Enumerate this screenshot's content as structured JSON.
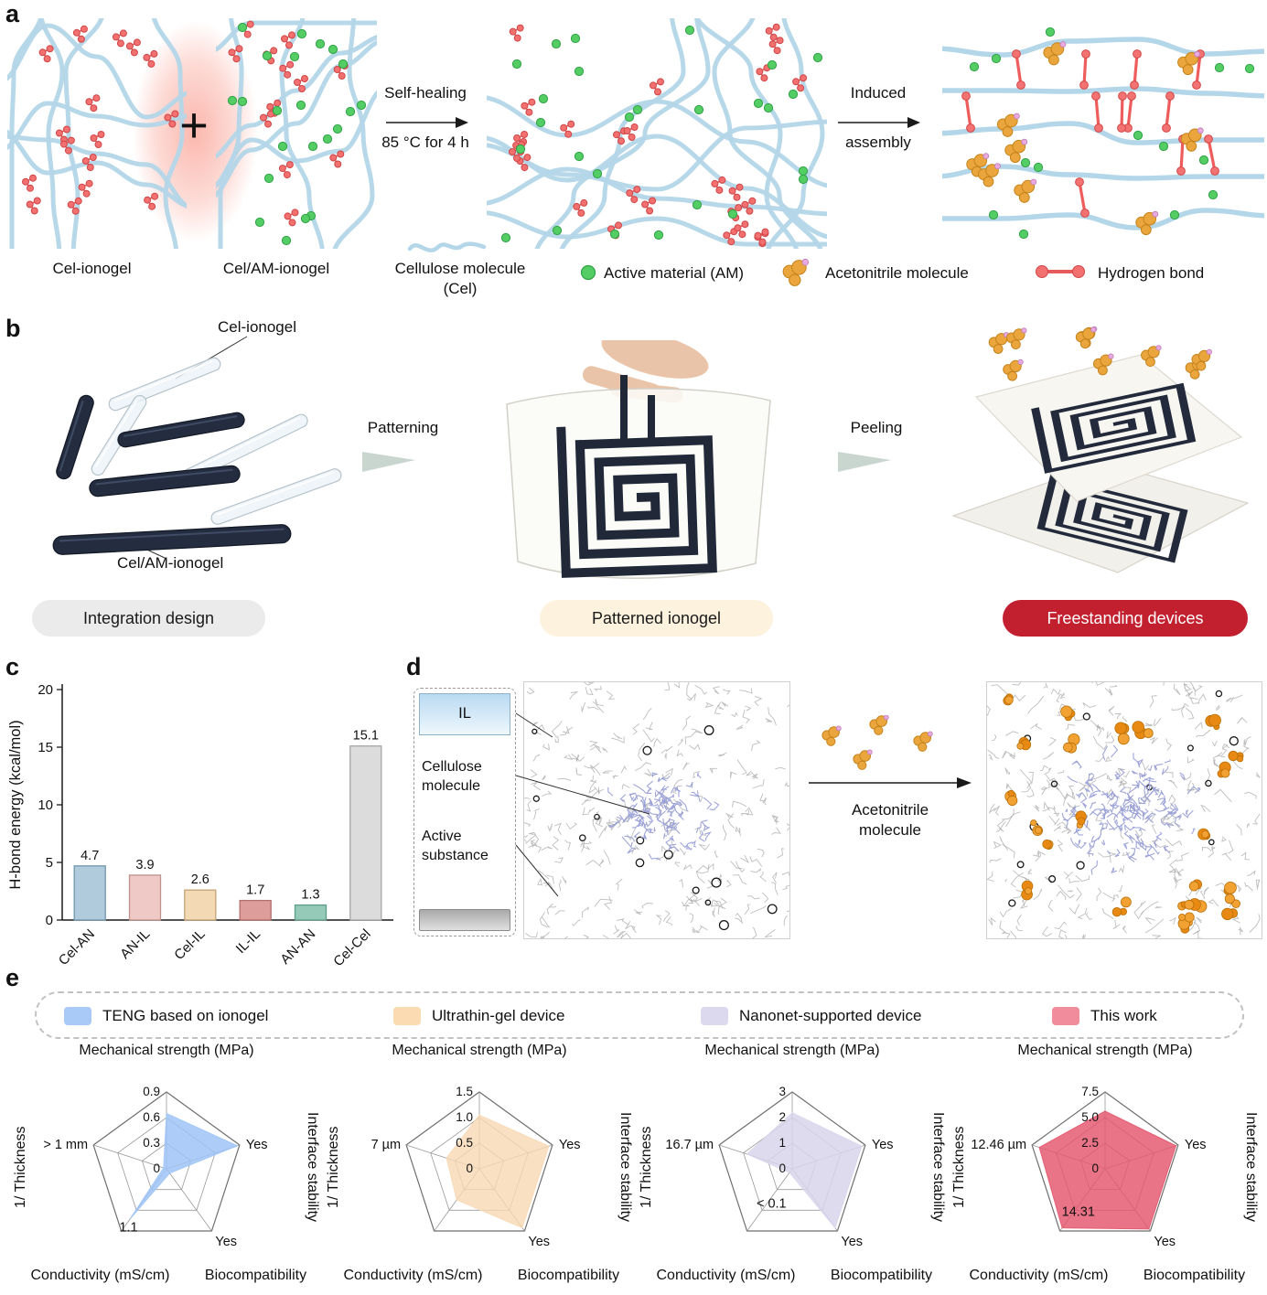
{
  "panel_a": {
    "label": "a",
    "plus_sign": "+",
    "arrow_self_healing": {
      "line1": "Self-healing",
      "line2": "85 °C for 4 h"
    },
    "arrow_assembly": {
      "line1": "Induced",
      "line2": "assembly"
    },
    "caption_cel_ionogel": "Cel-ionogel",
    "caption_cel_am_ionogel": "Cel/AM-ionogel",
    "legend": {
      "cellulose_line1": "Cellulose molecule",
      "cellulose_line2": "(Cel)",
      "active_material": "Active material (AM)",
      "acetonitrile": "Acetonitrile molecule",
      "hydrogen_bond": "Hydrogen bond"
    }
  },
  "panel_b": {
    "label": "b",
    "bar_label_top": "Cel-ionogel",
    "bar_label_bottom": "Cel/AM-ionogel",
    "step1_label": "Patterning",
    "step2_label": "Peeling",
    "captions": [
      {
        "text": "Integration design",
        "bg": "#ebebeb",
        "fg": "#1a1a1a"
      },
      {
        "text": "Patterned ionogel",
        "bg": "#fdf2dd",
        "fg": "#1a1a1a"
      },
      {
        "text": "Freestanding devices",
        "bg": "#c2202f",
        "fg": "#ffffff"
      }
    ]
  },
  "panel_c": {
    "label": "c"
  },
  "panel_d": {
    "label": "d",
    "layer_il": "IL",
    "layer_cellulose_line1": "Cellulose",
    "layer_cellulose_line2": "molecule",
    "layer_active_line1": "Active",
    "layer_active_line2": "substance",
    "arrow_label_line1": "Acetonitrile",
    "arrow_label_line2": "molecule"
  },
  "panel_e": {
    "label": "e",
    "legend": [
      {
        "label": "TENG based on ionogel",
        "color": "#a9c9f7"
      },
      {
        "label": "Ultrathin-gel device",
        "color": "#fbdcb2"
      },
      {
        "label": "Nanonet-supported device",
        "color": "#dcd8ee"
      },
      {
        "label": "This work",
        "color": "#f08c9b"
      }
    ]
  },
  "chart_data": [
    {
      "type": "bar",
      "ylabel": "H-bond energy (kcal/mol)",
      "ylim": [
        0,
        20
      ],
      "yticks": [
        0,
        5,
        10,
        15,
        20
      ],
      "categories": [
        "Cel-AN",
        "AN-IL",
        "Cel-IL",
        "IL-IL",
        "AN-AN",
        "Cel-Cel"
      ],
      "values": [
        4.7,
        3.9,
        2.6,
        1.7,
        1.3,
        15.1
      ],
      "value_labels": [
        "4.7",
        "3.9",
        "2.6",
        "1.7",
        "1.3",
        "15.1"
      ],
      "bar_fill": [
        "#afcbdc",
        "#eec9c5",
        "#f3d9b4",
        "#dd9e9b",
        "#96cab8",
        "#dcdcdc"
      ],
      "bar_stroke": [
        "#7097ac",
        "#c1918c",
        "#c3a276",
        "#b36f6c",
        "#609c8a",
        "#a6a6a6"
      ]
    },
    {
      "type": "radar",
      "series": "TENG based on ionogel",
      "fill": "#9fc4f7",
      "fill_opacity": 0.85,
      "axes": [
        "Mechanical strength (MPa)",
        "Interface stability",
        "Biocompatibility",
        "Conductivity (mS/cm)",
        "1/ Thickness"
      ],
      "ticks": [
        "0.9",
        "0.6",
        "0.3",
        "0"
      ],
      "values": [
        0.72,
        0.97,
        0.07,
        0.8,
        0.04
      ],
      "interface_label": "Yes",
      "biocompatibility_label": "Yes",
      "thickness_label": "> 1 mm",
      "conductivity_label": "1.1",
      "cond_t": 0.8
    },
    {
      "type": "radar",
      "series": "Ultrathin-gel device",
      "fill": "#f8d8b4",
      "fill_opacity": 0.8,
      "axes": [
        "Mechanical strength (MPa)",
        "Interface stability",
        "Biocompatibility",
        "Conductivity (mS/cm)",
        "1/ Thickness"
      ],
      "ticks": [
        "1.5",
        "1.0",
        "0.5",
        "0"
      ],
      "values": [
        0.7,
        0.95,
        0.95,
        0.5,
        0.45
      ],
      "interface_label": "Yes",
      "biocompatibility_label": "Yes",
      "thickness_label": "7 µm",
      "conductivity_label": "",
      "cond_t": 0
    },
    {
      "type": "radar",
      "series": "Nanonet-supported device",
      "fill": "#d9d5ec",
      "fill_opacity": 0.85,
      "axes": [
        "Mechanical strength (MPa)",
        "Interface stability",
        "Biocompatibility",
        "Conductivity (mS/cm)",
        "1/ Thickness"
      ],
      "ticks": [
        "3",
        "2",
        "1",
        "0"
      ],
      "values": [
        0.73,
        0.95,
        0.95,
        0.06,
        0.62
      ],
      "interface_label": "Yes",
      "biocompatibility_label": "Yes",
      "thickness_label": "16.7 µm",
      "conductivity_label": "< 0.1",
      "cond_t": 0.42
    },
    {
      "type": "radar",
      "series": "This work",
      "fill": "#e4566c",
      "fill_opacity": 0.82,
      "axes": [
        "Mechanical strength (MPa)",
        "Interface stability",
        "Biocompatibility",
        "Conductivity (mS/cm)",
        "1/ Thickness"
      ],
      "ticks": [
        "7.5",
        "5.0",
        "2.5",
        "0"
      ],
      "values": [
        0.75,
        0.97,
        0.97,
        0.95,
        0.9
      ],
      "interface_label": "Yes",
      "biocompatibility_label": "Yes",
      "thickness_label": "12.46 µm",
      "conductivity_label": "14.31",
      "cond_t": 0.55
    }
  ]
}
